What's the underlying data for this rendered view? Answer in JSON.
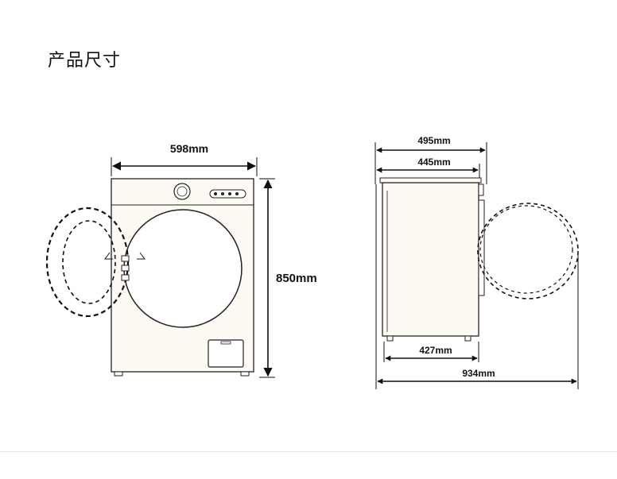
{
  "title": "产品尺寸",
  "front": {
    "width_label": "598mm",
    "height_label": "850mm"
  },
  "side": {
    "depth_top_label": "495mm",
    "depth_body_label": "445mm",
    "depth_base_label": "427mm",
    "depth_door_open_label": "934mm"
  }
}
